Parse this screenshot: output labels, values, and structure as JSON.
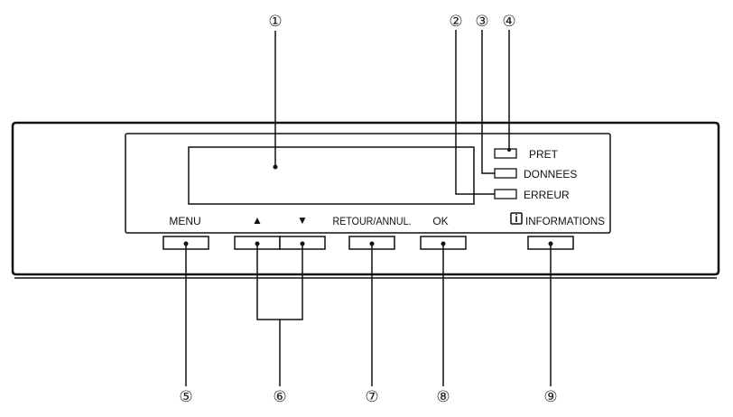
{
  "callouts": [
    "①",
    "②",
    "③",
    "④",
    "⑤",
    "⑥",
    "⑦",
    "⑧",
    "⑨"
  ],
  "indicators": {
    "ready": "PRET",
    "data": "DONNEES",
    "error": "ERREUR"
  },
  "buttons": {
    "menu": "MENU",
    "up": "▲",
    "down": "▼",
    "back_cancel": "RETOUR/ANNUL.",
    "ok": "OK",
    "info_icon": "i",
    "information": "INFORMATIONS"
  }
}
